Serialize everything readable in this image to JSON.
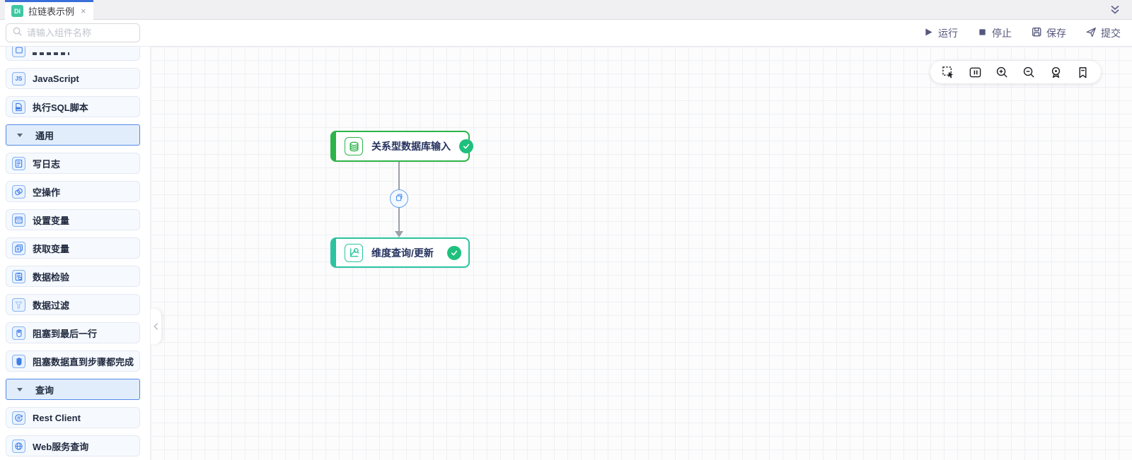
{
  "colors": {
    "tab_accent": "#3a6fd9",
    "badge_teal": "#3fc7a3",
    "sidebar_icon_blue": "#3f7ee8",
    "section_border_blue": "#5289e4",
    "action_purple": "#55577d",
    "node_green": "#2db449",
    "node_teal": "#2bc4a0",
    "check_green": "#1fc07d",
    "edge_gray": "#9aa0a8",
    "hop_badge_blue": "#63a1f5"
  },
  "tabbar": {
    "tab": {
      "badge": "Di",
      "title": "拉链表示例",
      "close": "×"
    },
    "collapse_all_icon": "double-chevron-down"
  },
  "header": {
    "search_placeholder": "请输入组件名称",
    "actions": [
      {
        "label": "运行",
        "icon": "play"
      },
      {
        "label": "停止",
        "icon": "stop"
      },
      {
        "label": "保存",
        "icon": "save"
      },
      {
        "label": "提交",
        "icon": "submit"
      }
    ]
  },
  "sidebar": {
    "items": [
      {
        "type": "item",
        "label": "",
        "icon": "clipped-partial-item"
      },
      {
        "type": "item",
        "label": "JavaScript",
        "icon": "js",
        "icon_text": "JS"
      },
      {
        "type": "item",
        "label": "执行SQL脚本",
        "icon": "sql-file"
      },
      {
        "type": "header",
        "label": "通用"
      },
      {
        "type": "item",
        "label": "写日志",
        "icon": "log-file"
      },
      {
        "type": "item",
        "label": "空操作",
        "icon": "noop-circles"
      },
      {
        "type": "item",
        "label": "设置变量",
        "icon": "set-variable-window"
      },
      {
        "type": "item",
        "label": "获取变量",
        "icon": "get-variable-windows"
      },
      {
        "type": "item",
        "label": "数据检验",
        "icon": "data-validate-clipboard"
      },
      {
        "type": "item",
        "label": "数据过滤",
        "icon": "data-filter-funnel"
      },
      {
        "type": "item",
        "label": "阻塞到最后一行",
        "icon": "block-hand-outline"
      },
      {
        "type": "item",
        "label": "阻塞数据直到步骤都完成",
        "icon": "block-hand-filled"
      },
      {
        "type": "header",
        "label": "查询"
      },
      {
        "type": "item",
        "label": "Rest Client",
        "icon": "rest-client-circle"
      },
      {
        "type": "item",
        "label": "Web服务查询",
        "icon": "web-globe"
      }
    ]
  },
  "canvas": {
    "toolbar_icons": [
      "marquee-select",
      "minimap",
      "zoom-in",
      "zoom-out",
      "zoom-locate",
      "bookmark"
    ],
    "collapse_handle_icon": "chevron-left",
    "flow": {
      "nodes": [
        {
          "title": "关系型数据库输入",
          "icon": "database",
          "status": "success"
        },
        {
          "title": "维度查询/更新",
          "icon": "dimension-lookup",
          "status": "success"
        }
      ],
      "edge": {
        "badge_icon": "copy",
        "direction": "down"
      }
    }
  }
}
